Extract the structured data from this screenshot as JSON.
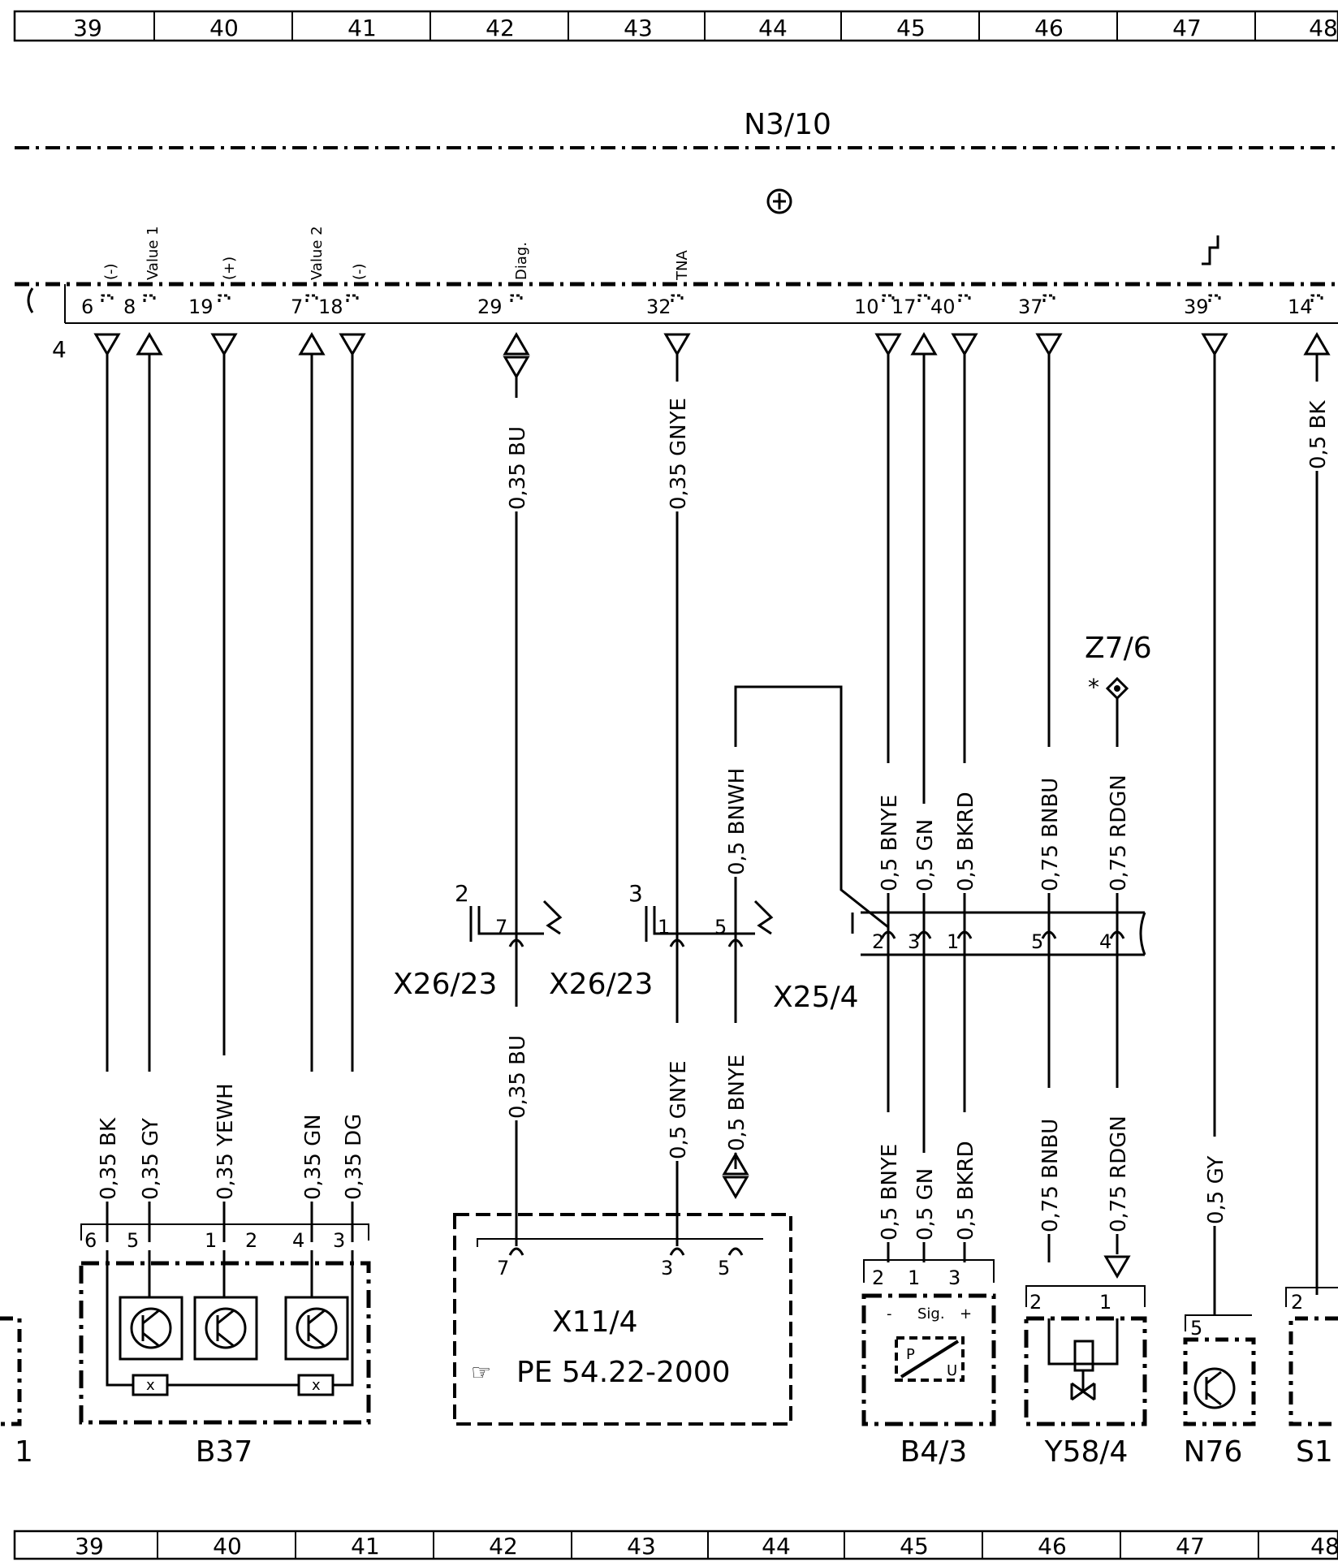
{
  "grid_top": [
    "39",
    "40",
    "41",
    "42",
    "43",
    "44",
    "45",
    "46",
    "47",
    "48"
  ],
  "grid_bottom": [
    "39",
    "40",
    "41",
    "42",
    "43",
    "44",
    "45",
    "46",
    "47",
    "48"
  ],
  "module": {
    "name": "N3/10",
    "edge_label": "4"
  },
  "pin_func": {
    "neg1": "(-)",
    "value1": "Value 1",
    "pos": "(+)",
    "value2": "Value 2",
    "neg2": "(-)",
    "diag": "Diag.",
    "tna": "TNA"
  },
  "pins": {
    "p6": "6",
    "p8": "8",
    "p19": "19",
    "p7": "7",
    "p18": "18",
    "p29": "29",
    "p32": "32",
    "p10": "10",
    "p17": "17",
    "p40": "40",
    "p37": "37",
    "p39": "39",
    "p14": "14"
  },
  "wires": {
    "w_bk": "0,35 BK",
    "w_gy": "0,35 GY",
    "w_yewh": "0,35 YEWH",
    "w_gn35": "0,35 GN",
    "w_dg": "0,35 DG",
    "w_bu_top": "0,35 BU",
    "w_gnye_top": "0,35 GNYE",
    "w_bu_bot": "0,35 BU",
    "w_bnwh": "0,5 BNWH",
    "w_gnye_bot": "0,5 GNYE",
    "w_bnye_bot": "0,5 BNYE",
    "w_bnye_a": "0,5 BNYE",
    "w_gn_a": "0,5 GN",
    "w_bkrd_a": "0,5 BKRD",
    "w_bnbu_a": "0,75 BNBU",
    "w_rdgn_a": "0,75 RDGN",
    "w_bnye_b": "0,5 BNYE",
    "w_gn_b": "0,5 GN",
    "w_bkrd_b": "0,5 BKRD",
    "w_bnbu_b": "0,75 BNBU",
    "w_rdgn_b": "0,75 RDGN",
    "w_gy_n76": "0,5 GY",
    "w_bk_right": "0,5 BK"
  },
  "connectors": {
    "x26a": "X26/23",
    "x26b": "X26/23",
    "x25": "X25/4",
    "x26a_num": "2",
    "x26b_num": "3",
    "x26a_p7": "7",
    "x26b_p1": "1",
    "x26b_p5": "5",
    "x25_p2": "2",
    "x25_p3": "3",
    "x25_p1": "1",
    "x25_p5": "5",
    "x25_p4": "4"
  },
  "ground": {
    "name": "Z7/6"
  },
  "components": {
    "b37": "B37",
    "b37_p6": "6",
    "b37_p5": "5",
    "b37_p1": "1",
    "b37_p2": "2",
    "b37_p4": "4",
    "b37_p3": "3",
    "b37_x": "x",
    "x11": "X11/4",
    "x11_ref": "PE 54.22-2000",
    "x11_p7": "7",
    "x11_p3": "3",
    "x11_p5": "5",
    "b43": "B4/3",
    "b43_p2": "2",
    "b43_p1": "1",
    "b43_p3": "3",
    "b43_minus": "-",
    "b43_sig": "Sig.",
    "b43_plus": "+",
    "b43_p": "P",
    "b43_u": "U",
    "y584": "Y58/4",
    "y584_p2": "2",
    "y584_p1": "1",
    "n76": "N76",
    "n76_p5": "5",
    "s1": "S1",
    "s1_p2": "2",
    "left_num": "1"
  }
}
